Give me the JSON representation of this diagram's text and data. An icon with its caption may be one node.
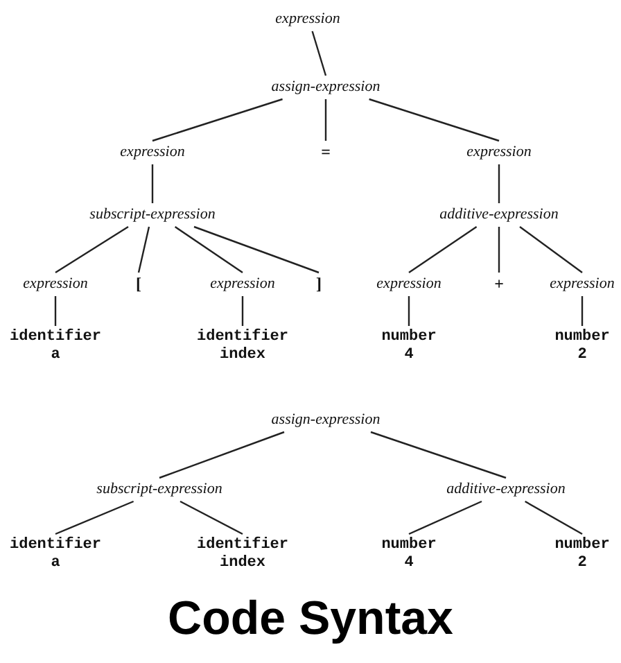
{
  "diagram": {
    "title": "Code Syntax",
    "nodes": [
      {
        "text": [
          "expression"
        ]
      },
      {
        "text": [
          "assign-expression"
        ]
      },
      {
        "text": [
          "expression"
        ]
      },
      {
        "text": [
          "="
        ]
      },
      {
        "text": [
          "expression"
        ]
      },
      {
        "text": [
          "subscript-expression"
        ]
      },
      {
        "text": [
          "additive-expression"
        ]
      },
      {
        "text": [
          "expression"
        ]
      },
      {
        "text": [
          "["
        ]
      },
      {
        "text": [
          "expression"
        ]
      },
      {
        "text": [
          "]"
        ]
      },
      {
        "text": [
          "expression"
        ]
      },
      {
        "text": [
          "+"
        ]
      },
      {
        "text": [
          "expression"
        ]
      },
      {
        "text": [
          "identifier",
          "a"
        ]
      },
      {
        "text": [
          "identifier",
          "index"
        ]
      },
      {
        "text": [
          "number",
          "4"
        ]
      },
      {
        "text": [
          "number",
          "2"
        ]
      },
      {
        "text": [
          "assign-expression"
        ]
      },
      {
        "text": [
          "subscript-expression"
        ]
      },
      {
        "text": [
          "additive-expression"
        ]
      },
      {
        "text": [
          "identifier",
          "a"
        ]
      },
      {
        "text": [
          "identifier",
          "index"
        ]
      },
      {
        "text": [
          "number",
          "4"
        ]
      },
      {
        "text": [
          "number",
          "2"
        ]
      }
    ],
    "edges": [
      {
        "from": 0,
        "to": 1,
        "arrow": "none"
      },
      {
        "from": 1,
        "to": 2,
        "arrow": "none"
      },
      {
        "from": 1,
        "to": 3,
        "arrow": "none"
      },
      {
        "from": 1,
        "to": 4,
        "arrow": "none"
      },
      {
        "from": 2,
        "to": 5,
        "arrow": "none"
      },
      {
        "from": 4,
        "to": 6,
        "arrow": "none"
      },
      {
        "from": 5,
        "to": 7,
        "arrow": "none"
      },
      {
        "from": 5,
        "to": 8,
        "arrow": "none"
      },
      {
        "from": 5,
        "to": 9,
        "arrow": "none"
      },
      {
        "from": 5,
        "to": 10,
        "arrow": "none"
      },
      {
        "from": 6,
        "to": 11,
        "arrow": "none"
      },
      {
        "from": 6,
        "to": 12,
        "arrow": "none"
      },
      {
        "from": 6,
        "to": 13,
        "arrow": "none"
      },
      {
        "from": 7,
        "to": 14,
        "arrow": "none"
      },
      {
        "from": 9,
        "to": 15,
        "arrow": "none"
      },
      {
        "from": 11,
        "to": 16,
        "arrow": "none"
      },
      {
        "from": 13,
        "to": 17,
        "arrow": "none"
      },
      {
        "from": 18,
        "to": 19,
        "arrow": "none"
      },
      {
        "from": 18,
        "to": 20,
        "arrow": "none"
      },
      {
        "from": 19,
        "to": 21,
        "arrow": "none"
      },
      {
        "from": 19,
        "to": 22,
        "arrow": "none"
      },
      {
        "from": 20,
        "to": 23,
        "arrow": "none"
      },
      {
        "from": 20,
        "to": 24,
        "arrow": "none"
      }
    ]
  }
}
